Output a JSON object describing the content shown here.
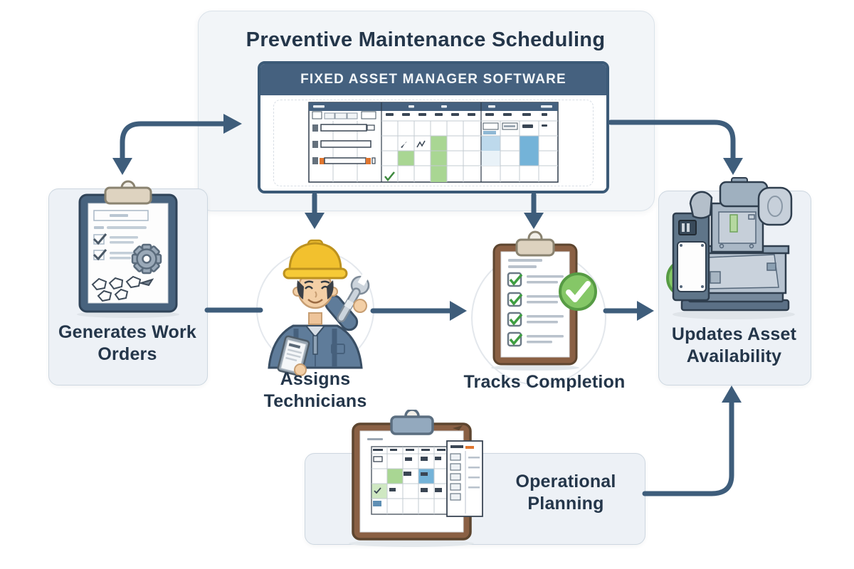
{
  "diagram": {
    "title": "Preventive Maintenance Scheduling",
    "software": {
      "header": "FIXED ASSET MANAGER SOFTWARE"
    },
    "nodes": [
      {
        "id": "generates-work-orders",
        "label": "Generates Work Orders",
        "icon": "clipboard-gear-icon"
      },
      {
        "id": "assigns-technicians",
        "label": "Assigns Technicians",
        "icon": "technician-icon"
      },
      {
        "id": "tracks-completion",
        "label": "Tracks Completion",
        "icon": "checklist-clipboard-icon"
      },
      {
        "id": "updates-asset-availability",
        "label": "Updates Asset Availability",
        "icon": "machine-check-icon"
      },
      {
        "id": "operational-planning",
        "label": "Operational Planning",
        "icon": "calendar-clipboard-icon"
      }
    ],
    "flows": [
      "fixed-asset-manager-software <-> generates-work-orders",
      "fixed-asset-manager-software -> assigns-technicians",
      "fixed-asset-manager-software -> tracks-completion",
      "fixed-asset-manager-software -> updates-asset-availability",
      "generates-work-orders -> assigns-technicians",
      "assigns-technicians -> tracks-completion",
      "tracks-completion -> updates-asset-availability",
      "operational-planning -> updates-asset-availability"
    ]
  },
  "colors": {
    "arrow": "#3e5d7b",
    "header_bar": "#45617f",
    "panel_border": "#3c5a77",
    "card_bg": "#edf1f6",
    "card_border": "#cdd7e0",
    "text": "#24364a",
    "badge_green": "#85c767",
    "badge_green_border": "#569b44",
    "cell_green": "#a9d693",
    "cell_blue": "#74b3d8",
    "bar_orange": "#e0762f",
    "hat_yellow": "#f2c12e",
    "clipboard_brown": "#8a6044",
    "clipboard_navy": "#48637e"
  },
  "icons": [
    "clipboard-gear-icon",
    "gear-icon",
    "technician-icon",
    "wrench-icon",
    "checklist-clipboard-icon",
    "check-badge-icon",
    "machine-check-icon",
    "calendar-clipboard-icon",
    "arrow-connector-icon",
    "gantt-mini-screenshot"
  ]
}
